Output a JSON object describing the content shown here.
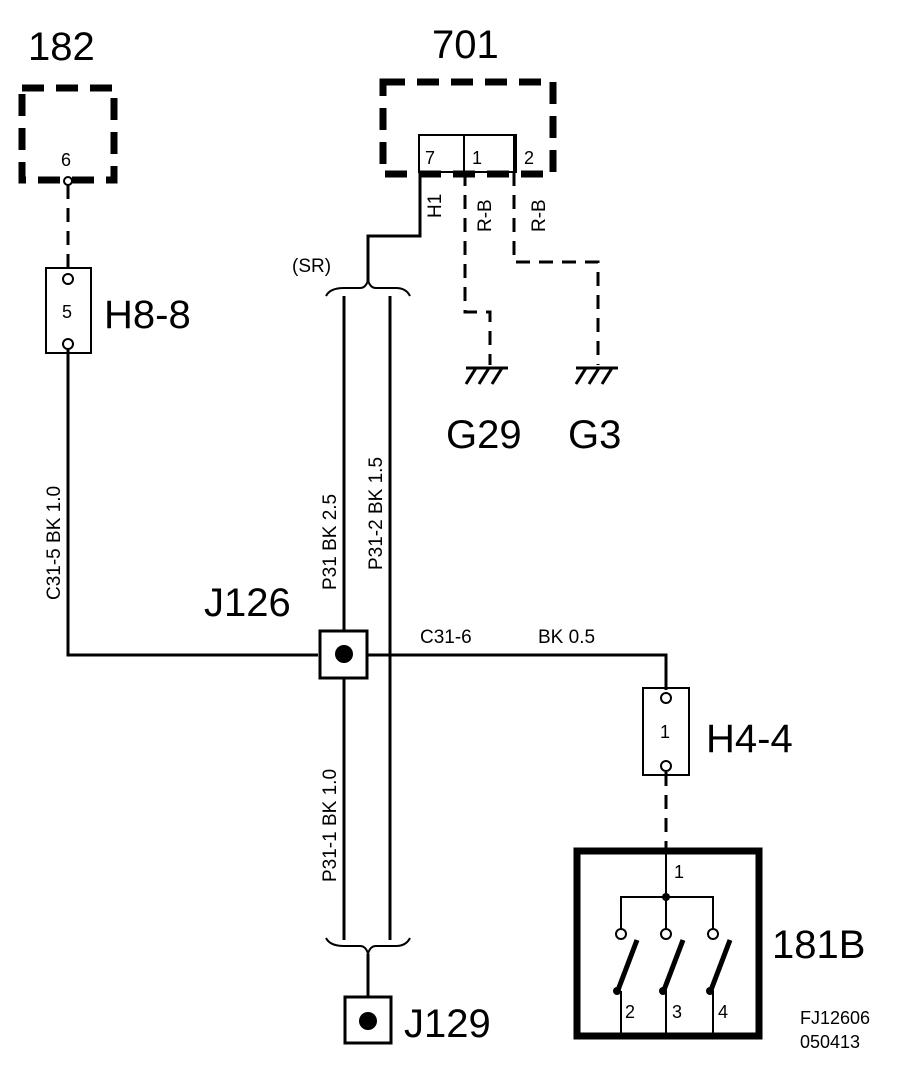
{
  "components": {
    "c182": {
      "id": "182",
      "pin": "6"
    },
    "c701": {
      "id": "701",
      "pins": [
        "7",
        "1",
        "2"
      ],
      "wires": [
        "H1",
        "R-B",
        "R-B"
      ]
    },
    "shield": {
      "label": "(SR)"
    },
    "h8": {
      "id": "H8-8",
      "pin": "5"
    },
    "h4": {
      "id": "H4-4",
      "pin": "1"
    },
    "g29": {
      "id": "G29"
    },
    "g3": {
      "id": "G3"
    },
    "j126": {
      "id": "J126"
    },
    "j129": {
      "id": "J129"
    },
    "c181b": {
      "id": "181B",
      "pins": [
        "1",
        "2",
        "3",
        "4"
      ]
    }
  },
  "wires": {
    "c31_5": "C31-5   BK  1.0",
    "p31": "P31  BK  2.5",
    "p31_2": "P31-2  BK  1.5",
    "c31_6": "C31-6",
    "c31_6_spec": "BK  0.5",
    "p31_1": "P31-1  BK  1.0"
  },
  "footer": {
    "code": "FJ12606",
    "date": "050413"
  }
}
